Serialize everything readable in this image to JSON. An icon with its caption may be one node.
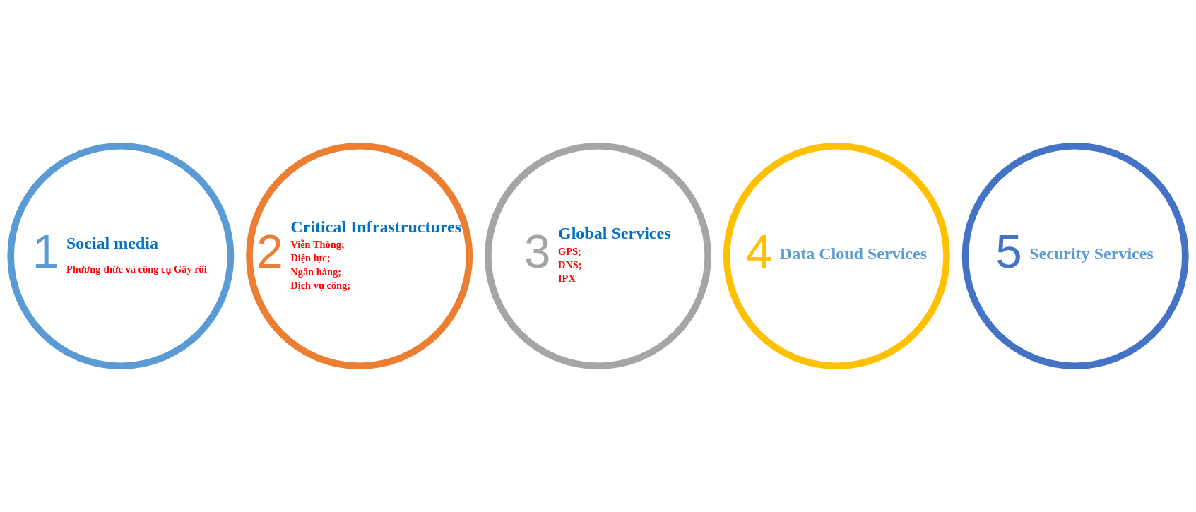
{
  "diagram": {
    "nodes": [
      {
        "text": [
          "1",
          "Social media",
          "Phương thức và công cụ Gây rối"
        ]
      },
      {
        "text": [
          "2",
          "Critical Infrastructures",
          "Viễn Thông;",
          "Điện lực;",
          "Ngân hàng;",
          "Dịch vụ công;"
        ]
      },
      {
        "text": [
          "3",
          "Global Services",
          "GPS;",
          "DNS;",
          "IPX"
        ]
      },
      {
        "text": [
          "4",
          "Data Cloud Services"
        ]
      },
      {
        "text": [
          "5",
          "Security Services"
        ]
      }
    ]
  }
}
